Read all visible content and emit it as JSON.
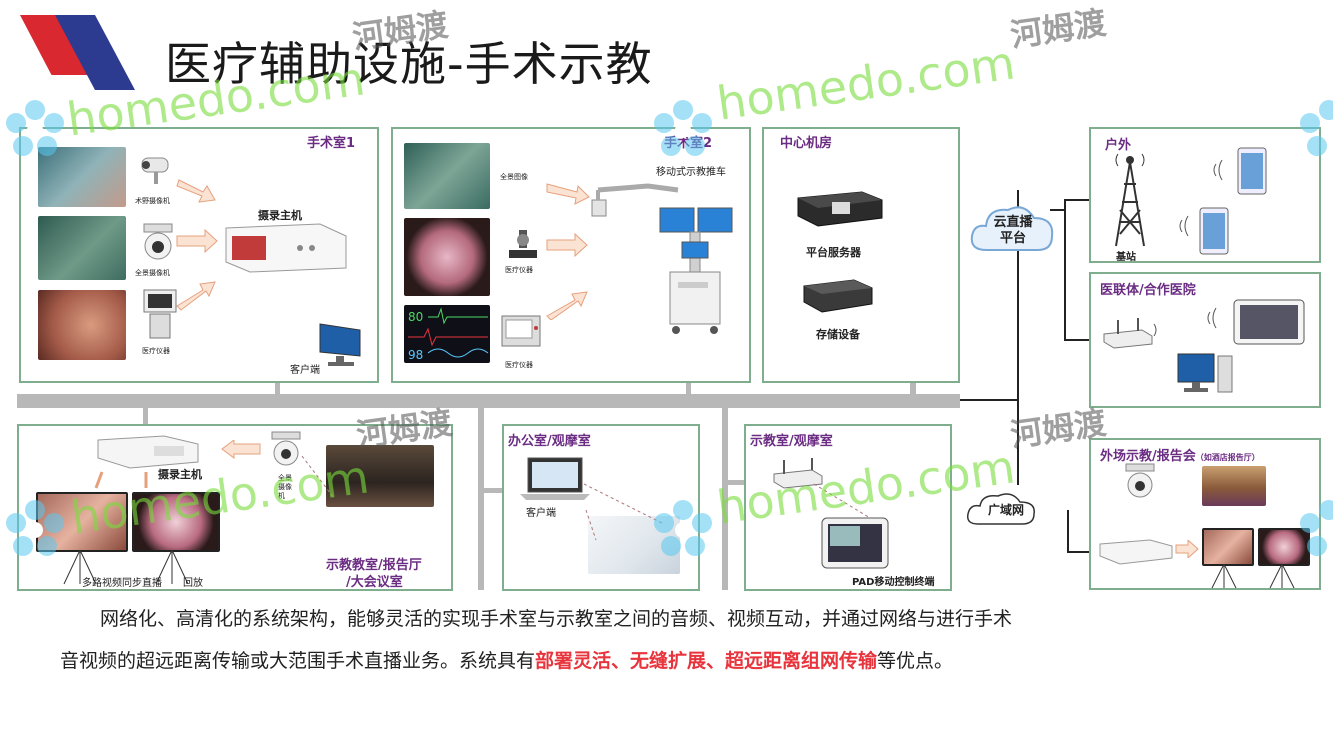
{
  "title": "医疗辅助设施-手术示教",
  "watermark": {
    "brand": "homedo.com",
    "cn": "河姆渡"
  },
  "rooms": {
    "or1": {
      "title": "手术室1",
      "camera1": "术野摄像机",
      "camera2": "全景摄像机",
      "device": "医疗仪器",
      "recorder": "摄录主机",
      "client": "客户端"
    },
    "or2": {
      "title": "手术室2",
      "panorama": "全景图像",
      "device1": "医疗仪器",
      "device2": "医疗仪器",
      "cart": "移动式示教推车"
    },
    "datacenter": {
      "title": "中心机房",
      "server": "平台服务器",
      "storage": "存储设备"
    },
    "classroom": {
      "title_line1": "示教教室/报告厅",
      "title_line2": "/大会议室",
      "recorder": "摄录主机",
      "camera": "全景摄像机",
      "live": "多路视频同步直播",
      "replay": "回放"
    },
    "office": {
      "title": "办公室/观摩室",
      "client": "客户端"
    },
    "demo": {
      "title": "示教室/观摩室",
      "pad": "PAD移动控制终端"
    },
    "outdoor": {
      "title": "户外",
      "station": "基站"
    },
    "hospital": {
      "title": "医联体/合作医院"
    },
    "external": {
      "title": "外场示教/报告会",
      "note": "（如酒店报告厅）"
    }
  },
  "network": {
    "cloud_line1": "云直播",
    "cloud_line2": "平台",
    "wan": "广域网"
  },
  "description": {
    "line1": "网络化、高清化的系统架构，能够灵活的实现手术室与示教室之间的音频、视频互动，并通过网络与进行手术",
    "line2_a": "音视频的超远距离传输或大范围手术直播业务。系统具有",
    "line2_hl": "部署灵活、无缝扩展、超远距离组网传输",
    "line2_b": "等优点。"
  },
  "colors": {
    "box_border": "#7fae8f",
    "box_title": "#6b2d83",
    "bus": "#b8b8b8",
    "highlight": "#e8343c",
    "logo_red": "#d9282f",
    "logo_blue": "#2c3b8f"
  }
}
